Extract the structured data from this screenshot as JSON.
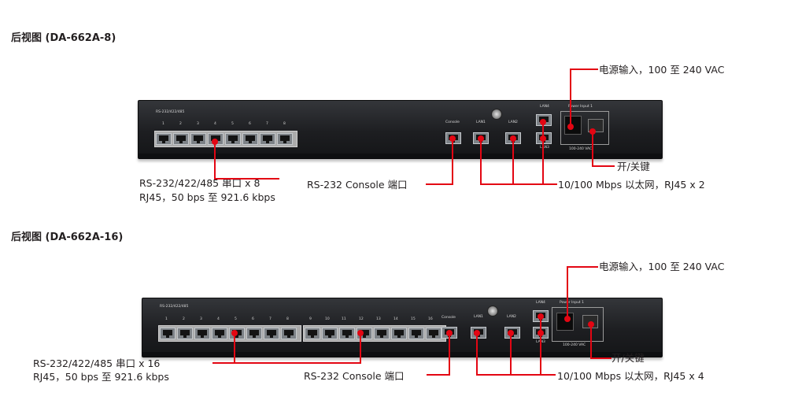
{
  "colors": {
    "callout": "#e30613",
    "chassis": "#1d1e21",
    "port": "#7c8186",
    "text": "#231f20"
  },
  "top": {
    "title": "后视图 (DA-662A-8)",
    "panel": {
      "serial_label": "RS-232/422/485",
      "port_numbers": [
        "1",
        "2",
        "3",
        "4",
        "5",
        "6",
        "7",
        "8"
      ],
      "console_label": "Console",
      "lan1_label": "LAN1",
      "lan2_label": "LAN2",
      "lan4_label": "LAN4",
      "lan3_label": "LAN3",
      "power_label": "Power Input 1",
      "vac_label": "100-240 VAC"
    },
    "callouts": {
      "power_input": "电源输入，100 至 240 VAC",
      "switch": "开/关键",
      "serial_line1": "RS-232/422/485 串口 x 8",
      "serial_line2": "RJ45，50 bps 至 921.6 kbps",
      "console": "RS-232 Console 端口",
      "lan": "10/100 Mbps 以太网，RJ45 x 2"
    }
  },
  "bottom": {
    "title": "后视图 (DA-662A-16)",
    "panel": {
      "serial_label": "RS-232/422/485",
      "port_numbers_a": [
        "1",
        "2",
        "3",
        "4",
        "5",
        "6",
        "7",
        "8"
      ],
      "port_numbers_b": [
        "9",
        "10",
        "11",
        "12",
        "13",
        "14",
        "15",
        "16"
      ],
      "console_label": "Console",
      "lan1_label": "LAN1",
      "lan2_label": "LAN2",
      "lan4_label": "LAN4",
      "lan3_label": "LAN3",
      "power_label": "Power Input 1",
      "vac_label": "100-240 VAC"
    },
    "callouts": {
      "power_input": "电源输入，100 至 240 VAC",
      "switch": "开/关键",
      "serial_line1": "RS-232/422/485 串口 x 16",
      "serial_line2": "RJ45，50 bps 至 921.6 kbps",
      "console": "RS-232 Console 端口",
      "lan": "10/100 Mbps 以太网，RJ45 x 4"
    }
  }
}
